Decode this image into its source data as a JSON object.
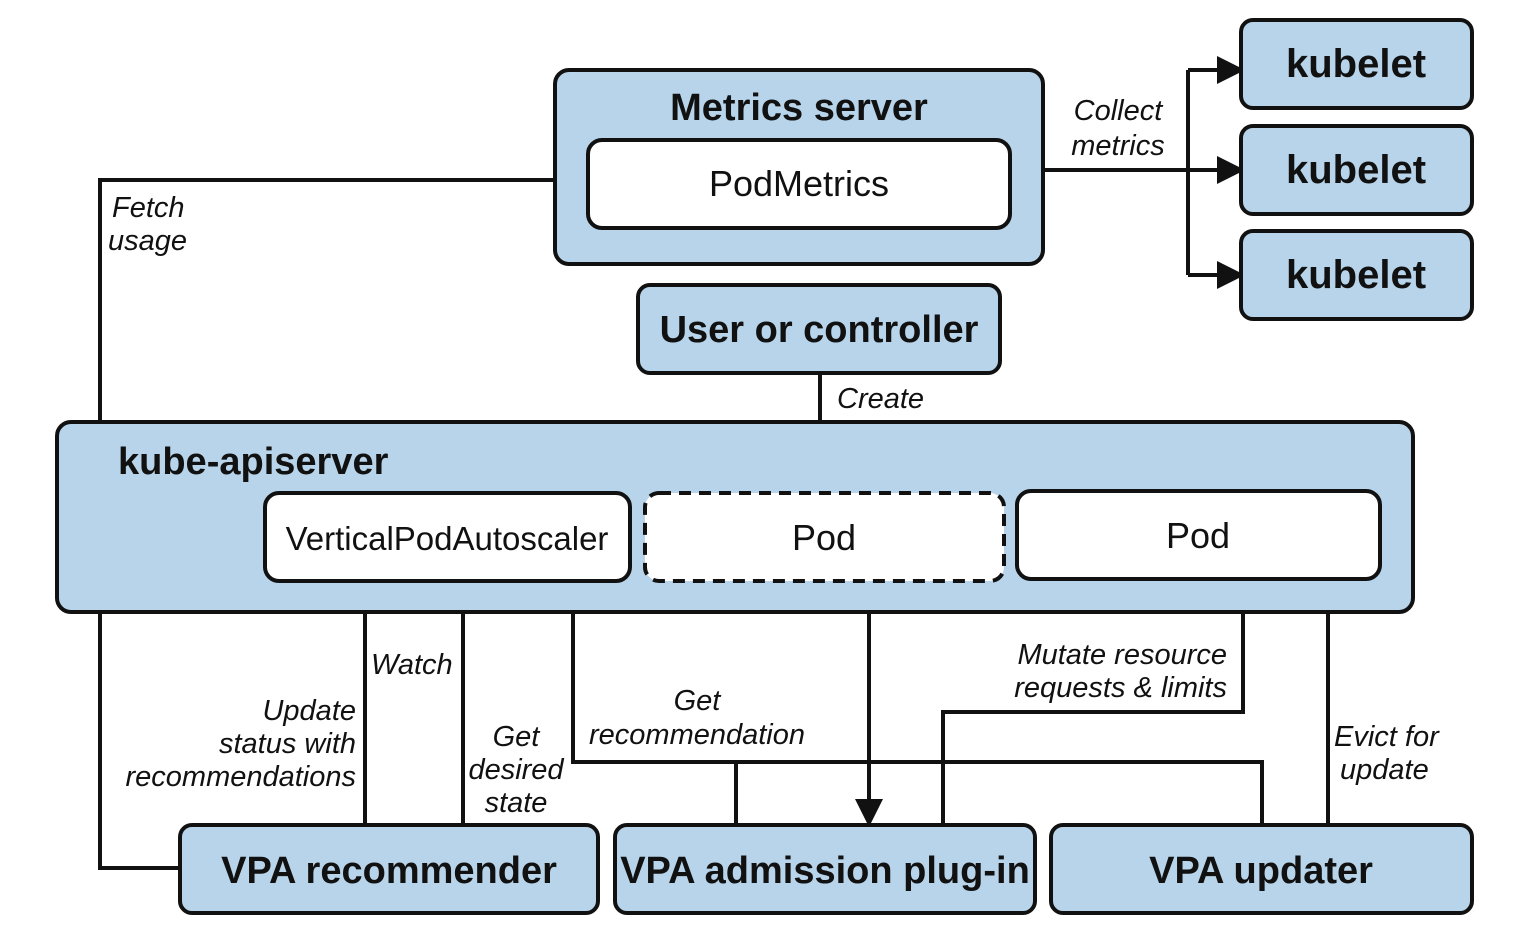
{
  "diagram": {
    "metrics_server": {
      "title": "Metrics server",
      "inner": "PodMetrics"
    },
    "kubelets": [
      "kubelet",
      "kubelet",
      "kubelet"
    ],
    "user_or_controller": "User or controller",
    "kube_apiserver": {
      "title": "kube-apiserver",
      "vpa_object": "VerticalPodAutoscaler",
      "pod_pending": "Pod",
      "pod": "Pod"
    },
    "components": {
      "recommender": "VPA recommender",
      "admission": "VPA admission plug-in",
      "updater": "VPA updater"
    },
    "edge_labels": {
      "fetch_usage": [
        "Fetch",
        "usage"
      ],
      "collect_metrics": [
        "Collect",
        "metrics"
      ],
      "create": "Create",
      "watch": "Watch",
      "update_status": [
        "Update",
        "status with",
        "recommendations"
      ],
      "get_desired_state": [
        "Get",
        "desired",
        "state"
      ],
      "get_recommendation": [
        "Get",
        "recommendation"
      ],
      "mutate_resource": [
        "Mutate resource",
        "requests & limits"
      ],
      "evict_for_update": [
        "Evict for",
        "update"
      ]
    }
  }
}
